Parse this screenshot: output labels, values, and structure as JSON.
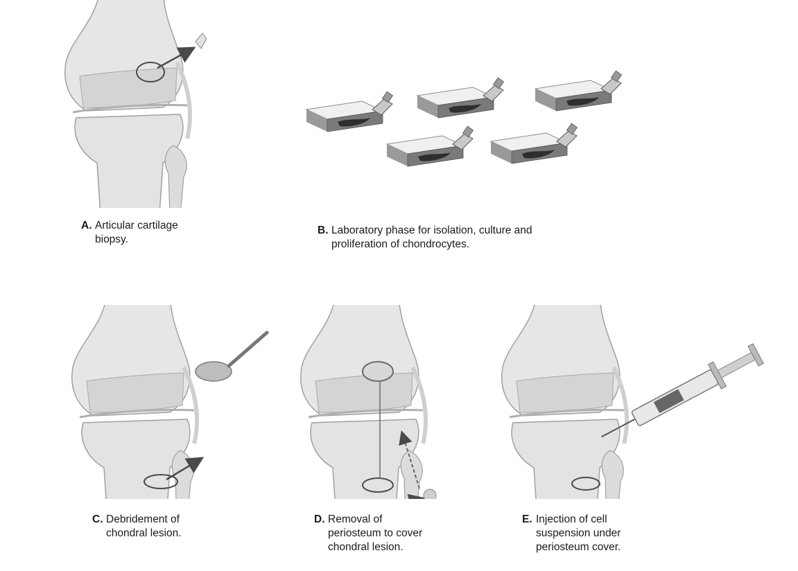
{
  "panels": [
    {
      "letter": "A.",
      "lines": [
        "Articular cartilage",
        "biopsy."
      ]
    },
    {
      "letter": "B.",
      "lines": [
        "Laboratory phase for isolation, culture and",
        "proliferation of chondrocytes."
      ]
    },
    {
      "letter": "C.",
      "lines": [
        "Debridement of",
        "chondral lesion."
      ]
    },
    {
      "letter": "D.",
      "lines": [
        "Removal of",
        "periosteum to cover",
        "chondral lesion."
      ]
    },
    {
      "letter": "E.",
      "lines": [
        "Injection of cell",
        "suspension under",
        "periosteum cover."
      ]
    }
  ],
  "colors": {
    "bone": "#e3e3e3",
    "bone_shade": "#cfcfcf",
    "outline": "#9a9a9a",
    "arrow": "#4a4a4a",
    "dish": "#8c8c8c"
  }
}
